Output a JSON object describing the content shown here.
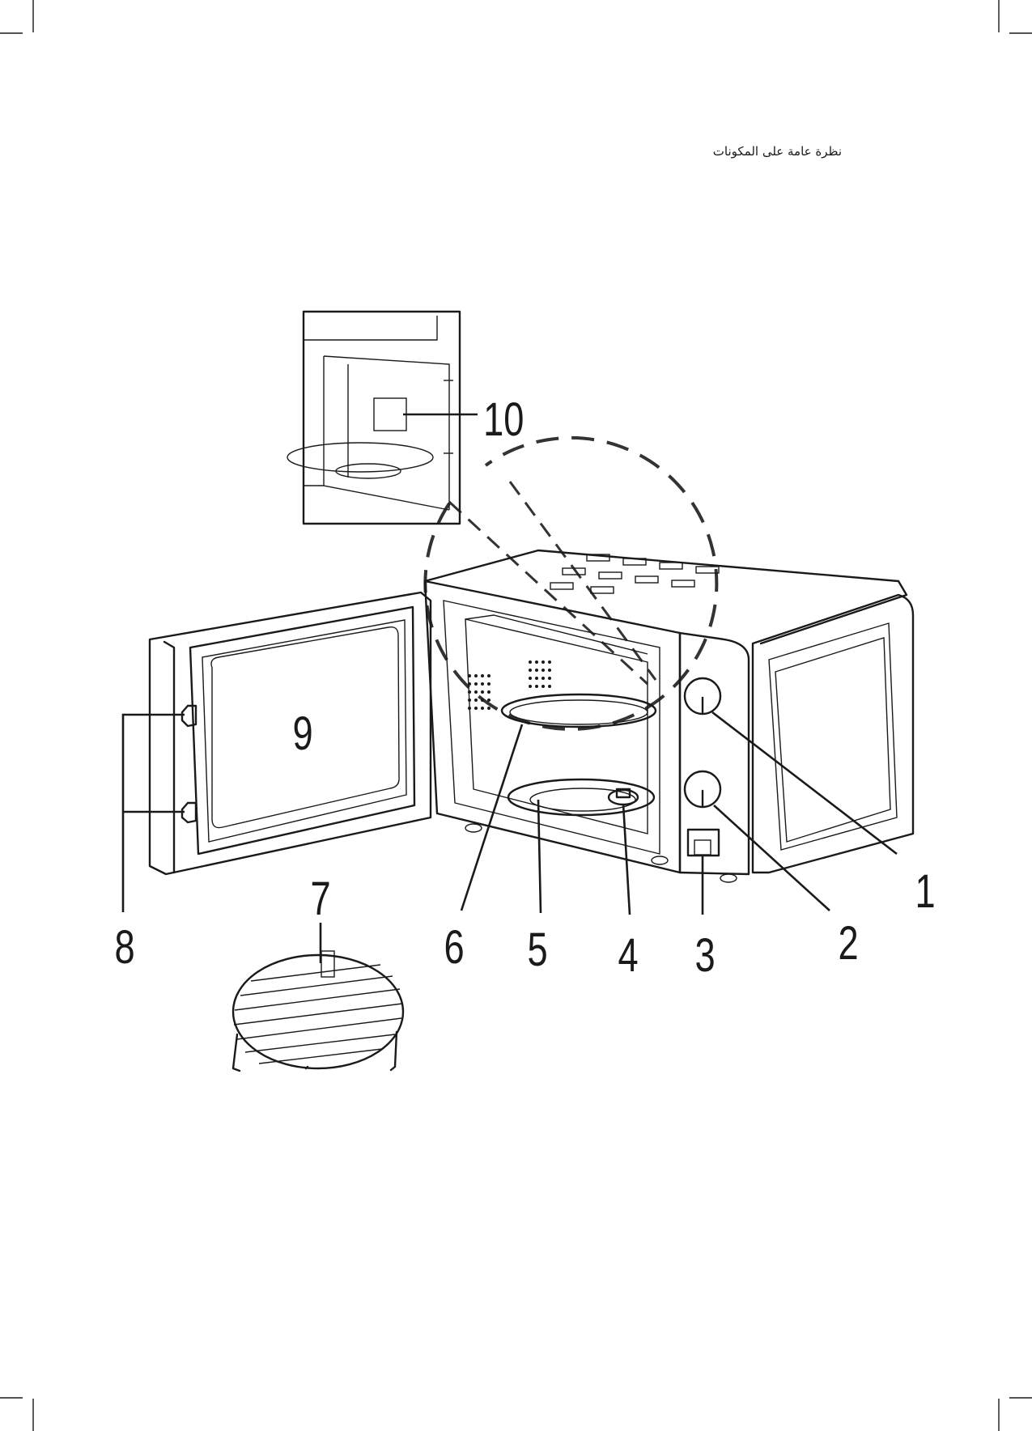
{
  "page": {
    "title": "نظرة عامة على المكونات"
  },
  "callouts": {
    "c1": "1",
    "c2": "2",
    "c3": "3",
    "c4": "4",
    "c5": "5",
    "c6": "6",
    "c7": "7",
    "c8": "8",
    "c9": "9",
    "c10": "10"
  }
}
